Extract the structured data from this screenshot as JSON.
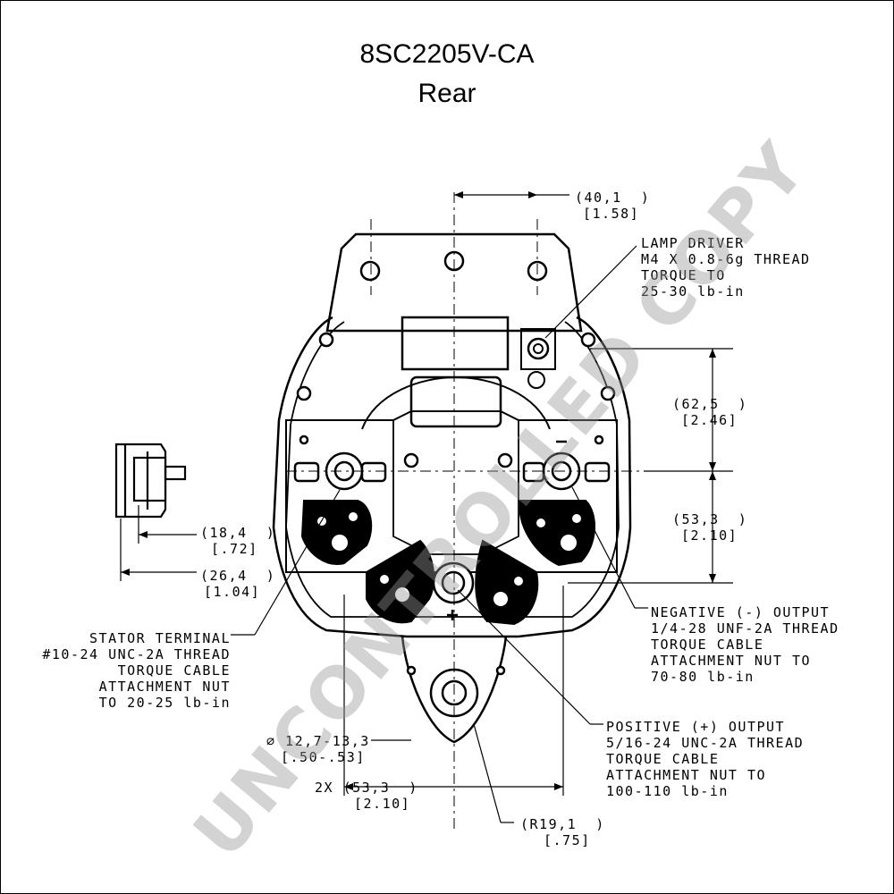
{
  "header": {
    "part_number": "8SC2205V-CA",
    "view": "Rear"
  },
  "watermark": "UNCONTROLLED COPY",
  "dimensions": {
    "top_offset": {
      "mm": "(40,1  )",
      "in": "[1.58]"
    },
    "right_upper": {
      "mm": "(62,5  )",
      "in": "[2.46]"
    },
    "right_lower": {
      "mm": "(53,3  )",
      "in": "[2.10]"
    },
    "side_a": {
      "mm": "(18,4  )",
      "in": "[.72]"
    },
    "side_b": {
      "mm": "(26,4  )",
      "in": "[1.04]"
    },
    "hole_dia": {
      "mm": "⌀ 12,7-13,3",
      "in": "[.50-.53]"
    },
    "bottom_span": {
      "mm": "2X (53,3  )",
      "in": "[2.10]"
    },
    "radius": {
      "mm": "(R19,1  )",
      "in": "[.75]"
    }
  },
  "callouts": {
    "lamp_driver": [
      "LAMP DRIVER",
      "M4 X 0.8-6g THREAD",
      "TORQUE TO",
      "25-30 lb-in"
    ],
    "negative_output": [
      "NEGATIVE (-) OUTPUT",
      "1/4-28 UNF-2A THREAD",
      "TORQUE CABLE",
      "ATTACHMENT NUT TO",
      "70-80 lb-in"
    ],
    "stator_terminal": [
      "STATOR TERMINAL",
      "#10-24 UNC-2A THREAD",
      "TORQUE CABLE",
      "ATTACHMENT NUT",
      "TO 20-25 lb-in"
    ],
    "positive_output": [
      "POSITIVE (+) OUTPUT",
      "5/16-24 UNC-2A THREAD",
      "TORQUE CABLE",
      "ATTACHMENT NUT TO",
      "100-110 lb-in"
    ]
  },
  "colors": {
    "line": "#000000",
    "watermark": "#969696"
  }
}
